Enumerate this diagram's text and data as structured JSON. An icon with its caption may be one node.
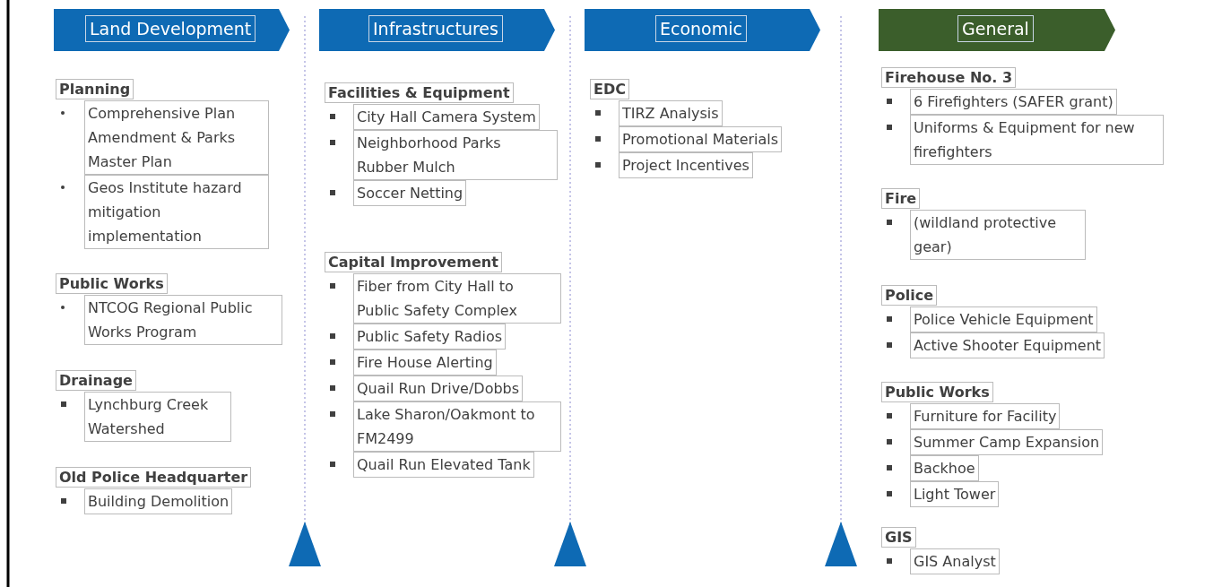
{
  "diagram": {
    "nodes": [
      {
        "text": [
          "Land Development"
        ]
      },
      {
        "text": [
          "Infrastructures"
        ]
      },
      {
        "text": [
          "Economic"
        ]
      },
      {
        "text": [
          "General"
        ]
      }
    ],
    "edges": [],
    "labels": [
      "Planning",
      "Comprehensive Plan Amendment & Parks Master Plan",
      "Geos Institute hazard mitigation implementation",
      "Public Works",
      "NTCOG Regional Public Works Program",
      "Drainage",
      "Lynchburg Creek Watershed",
      "Old Police Headquarter",
      "Building Demolition",
      "Facilities & Equipment",
      "City Hall Camera System",
      "Neighborhood Parks Rubber Mulch",
      "Soccer Netting",
      "Capital Improvement",
      "Fiber from City Hall to Public Safety Complex",
      "Public Safety Radios",
      "Fire House Alerting",
      "Quail Run Drive/Dobbs",
      "Lake Sharon/Oakmont to FM2499",
      "Quail Run Elevated Tank",
      "EDC",
      "TIRZ Analysis",
      "Promotional Materials",
      "Project Incentives",
      "Firehouse No. 3",
      "6 Firefighters (SAFER grant)",
      "Uniforms & Equipment for new firefighters",
      "Fire",
      "(wildland protective gear)",
      "Police",
      "Police Vehicle Equipment",
      "Active Shooter Equipment",
      "Public Works",
      "Furniture for Facility",
      "Summer Camp Expansion",
      "Backhoe",
      "Light Tower",
      "GIS",
      "GIS Analyst"
    ]
  }
}
